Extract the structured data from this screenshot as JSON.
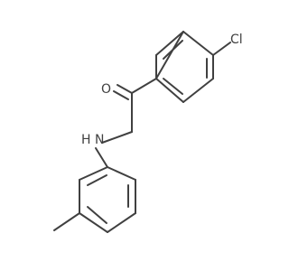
{
  "atoms": {
    "chlorine": "Cl",
    "oxygen": "O",
    "amine": "H N"
  },
  "colors": {
    "bond": "#404040",
    "label": "#404040",
    "background": "#ffffff"
  }
}
